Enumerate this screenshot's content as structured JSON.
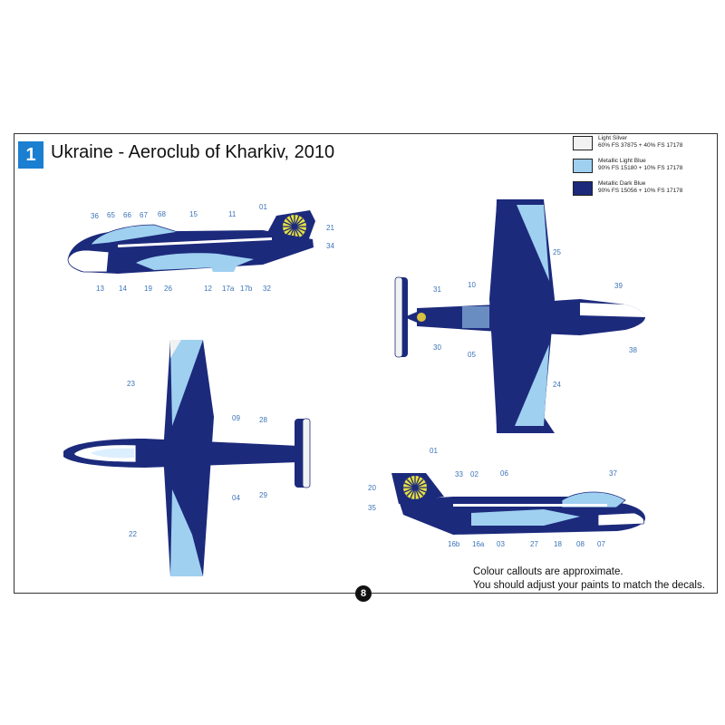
{
  "header": {
    "number": "1",
    "title": "Ukraine - Aeroclub of Kharkiv, 2010"
  },
  "legend": [
    {
      "name": "Light Silver",
      "formula": "60% FS 37875 + 40% FS 17178",
      "color": "#f2f2f2"
    },
    {
      "name": "Metallic Light Blue",
      "formula": "90% FS 15180 + 10% FS 17178",
      "color": "#9fd0f0"
    },
    {
      "name": "Metallic Dark Blue",
      "formula": "90% FS 15056 + 10% FS 17178",
      "color": "#1c2a7c"
    }
  ],
  "callouts": {
    "side_left": [
      "36",
      "65",
      "66",
      "67",
      "68",
      "15",
      "11",
      "01",
      "21",
      "34",
      "13",
      "14",
      "19",
      "26",
      "12",
      "17a",
      "17b",
      "32"
    ],
    "top_view": [
      "39",
      "38",
      "25",
      "10",
      "31",
      "30",
      "05",
      "24"
    ],
    "bottom_view": [
      "23",
      "09",
      "28",
      "29",
      "04",
      "22"
    ],
    "side_right": [
      "01",
      "20",
      "35",
      "33",
      "02",
      "06",
      "37",
      "16b",
      "16a",
      "03",
      "27",
      "18",
      "08",
      "07"
    ]
  },
  "note": {
    "line1": "Colour callouts are approximate.",
    "line2": "You should adjust your paints to match the decals."
  },
  "page_number": "8"
}
